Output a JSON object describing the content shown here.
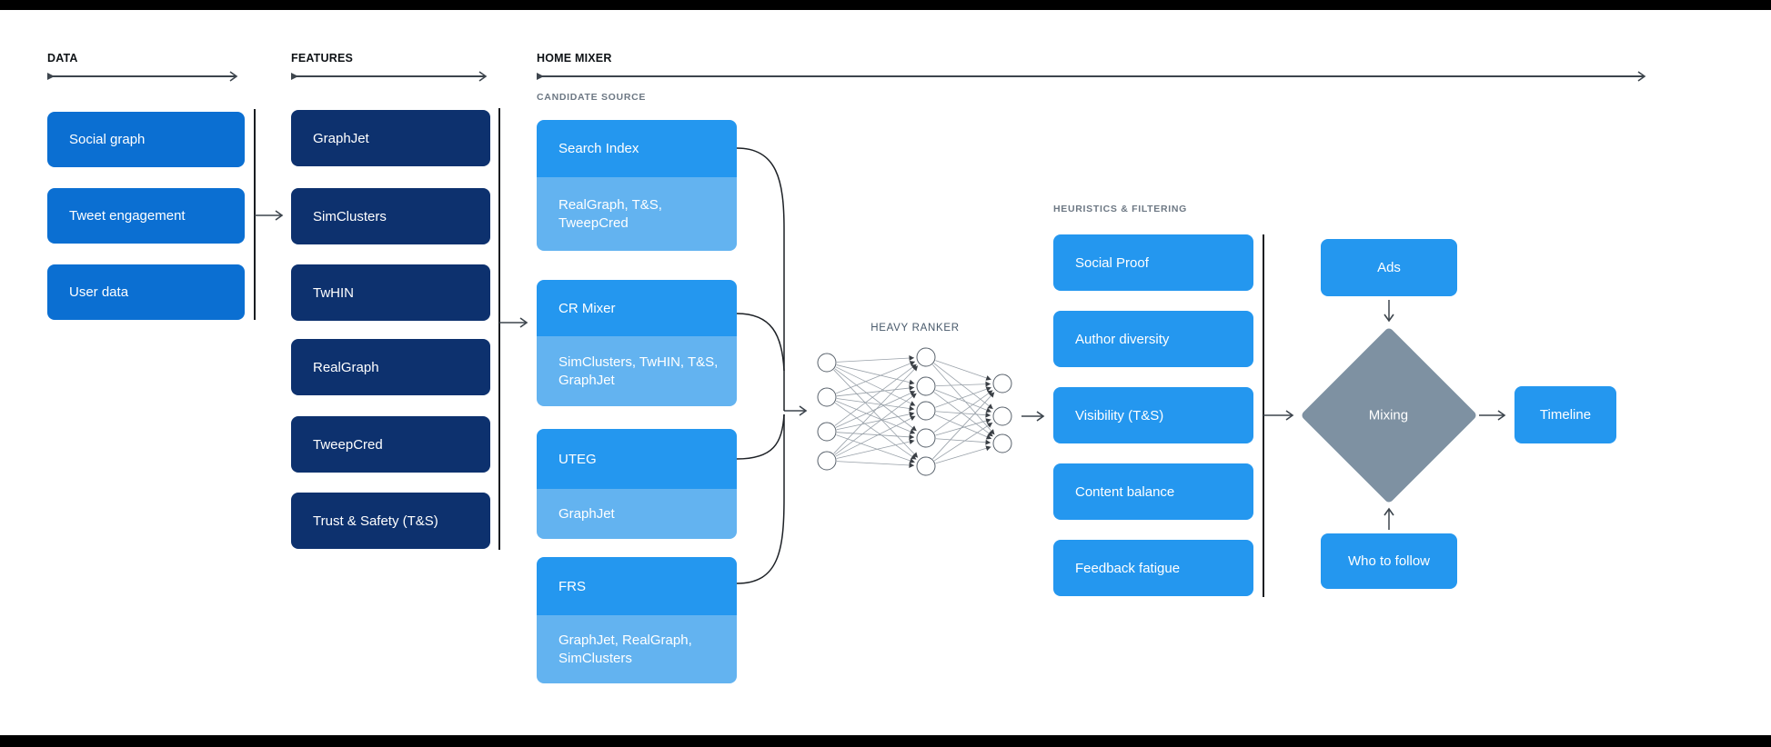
{
  "headers": {
    "data": "DATA",
    "features": "FEATURES",
    "home_mixer": "HOME MIXER"
  },
  "data_column": {
    "items": [
      "Social graph",
      "Tweet engagement",
      "User data"
    ]
  },
  "features_column": {
    "items": [
      "GraphJet",
      "SimClusters",
      "TwHIN",
      "RealGraph",
      "TweepCred",
      "Trust & Safety (T&S)"
    ]
  },
  "candidate_source": {
    "label": "CANDIDATE SOURCE",
    "groups": [
      {
        "name": "Search Index",
        "sources": "RealGraph, T&S, TweepCred"
      },
      {
        "name": "CR Mixer",
        "sources": "SimClusters, TwHIN, T&S, GraphJet"
      },
      {
        "name": "UTEG",
        "sources": "GraphJet"
      },
      {
        "name": "FRS",
        "sources": "GraphJet, RealGraph, SimClusters"
      }
    ]
  },
  "heavy_ranker": {
    "label": "HEAVY RANKER"
  },
  "heuristics": {
    "label": "HEURISTICS & FILTERING",
    "items": [
      "Social Proof",
      "Author diversity",
      "Visibility (T&S)",
      "Content balance",
      "Feedback fatigue"
    ]
  },
  "mixing_cluster": {
    "ads_label": "Ads",
    "mixing_label": "Mixing",
    "who_to_follow_label": "Who to follow",
    "timeline_label": "Timeline"
  },
  "colors": {
    "data_box_blue": "#0b6fd2",
    "features_navy": "#0d316e",
    "bright_blue": "#2497ef",
    "light_blue": "#63b3f0",
    "diamond_slate": "#7e91a2",
    "line_dark": "#3d454d"
  }
}
